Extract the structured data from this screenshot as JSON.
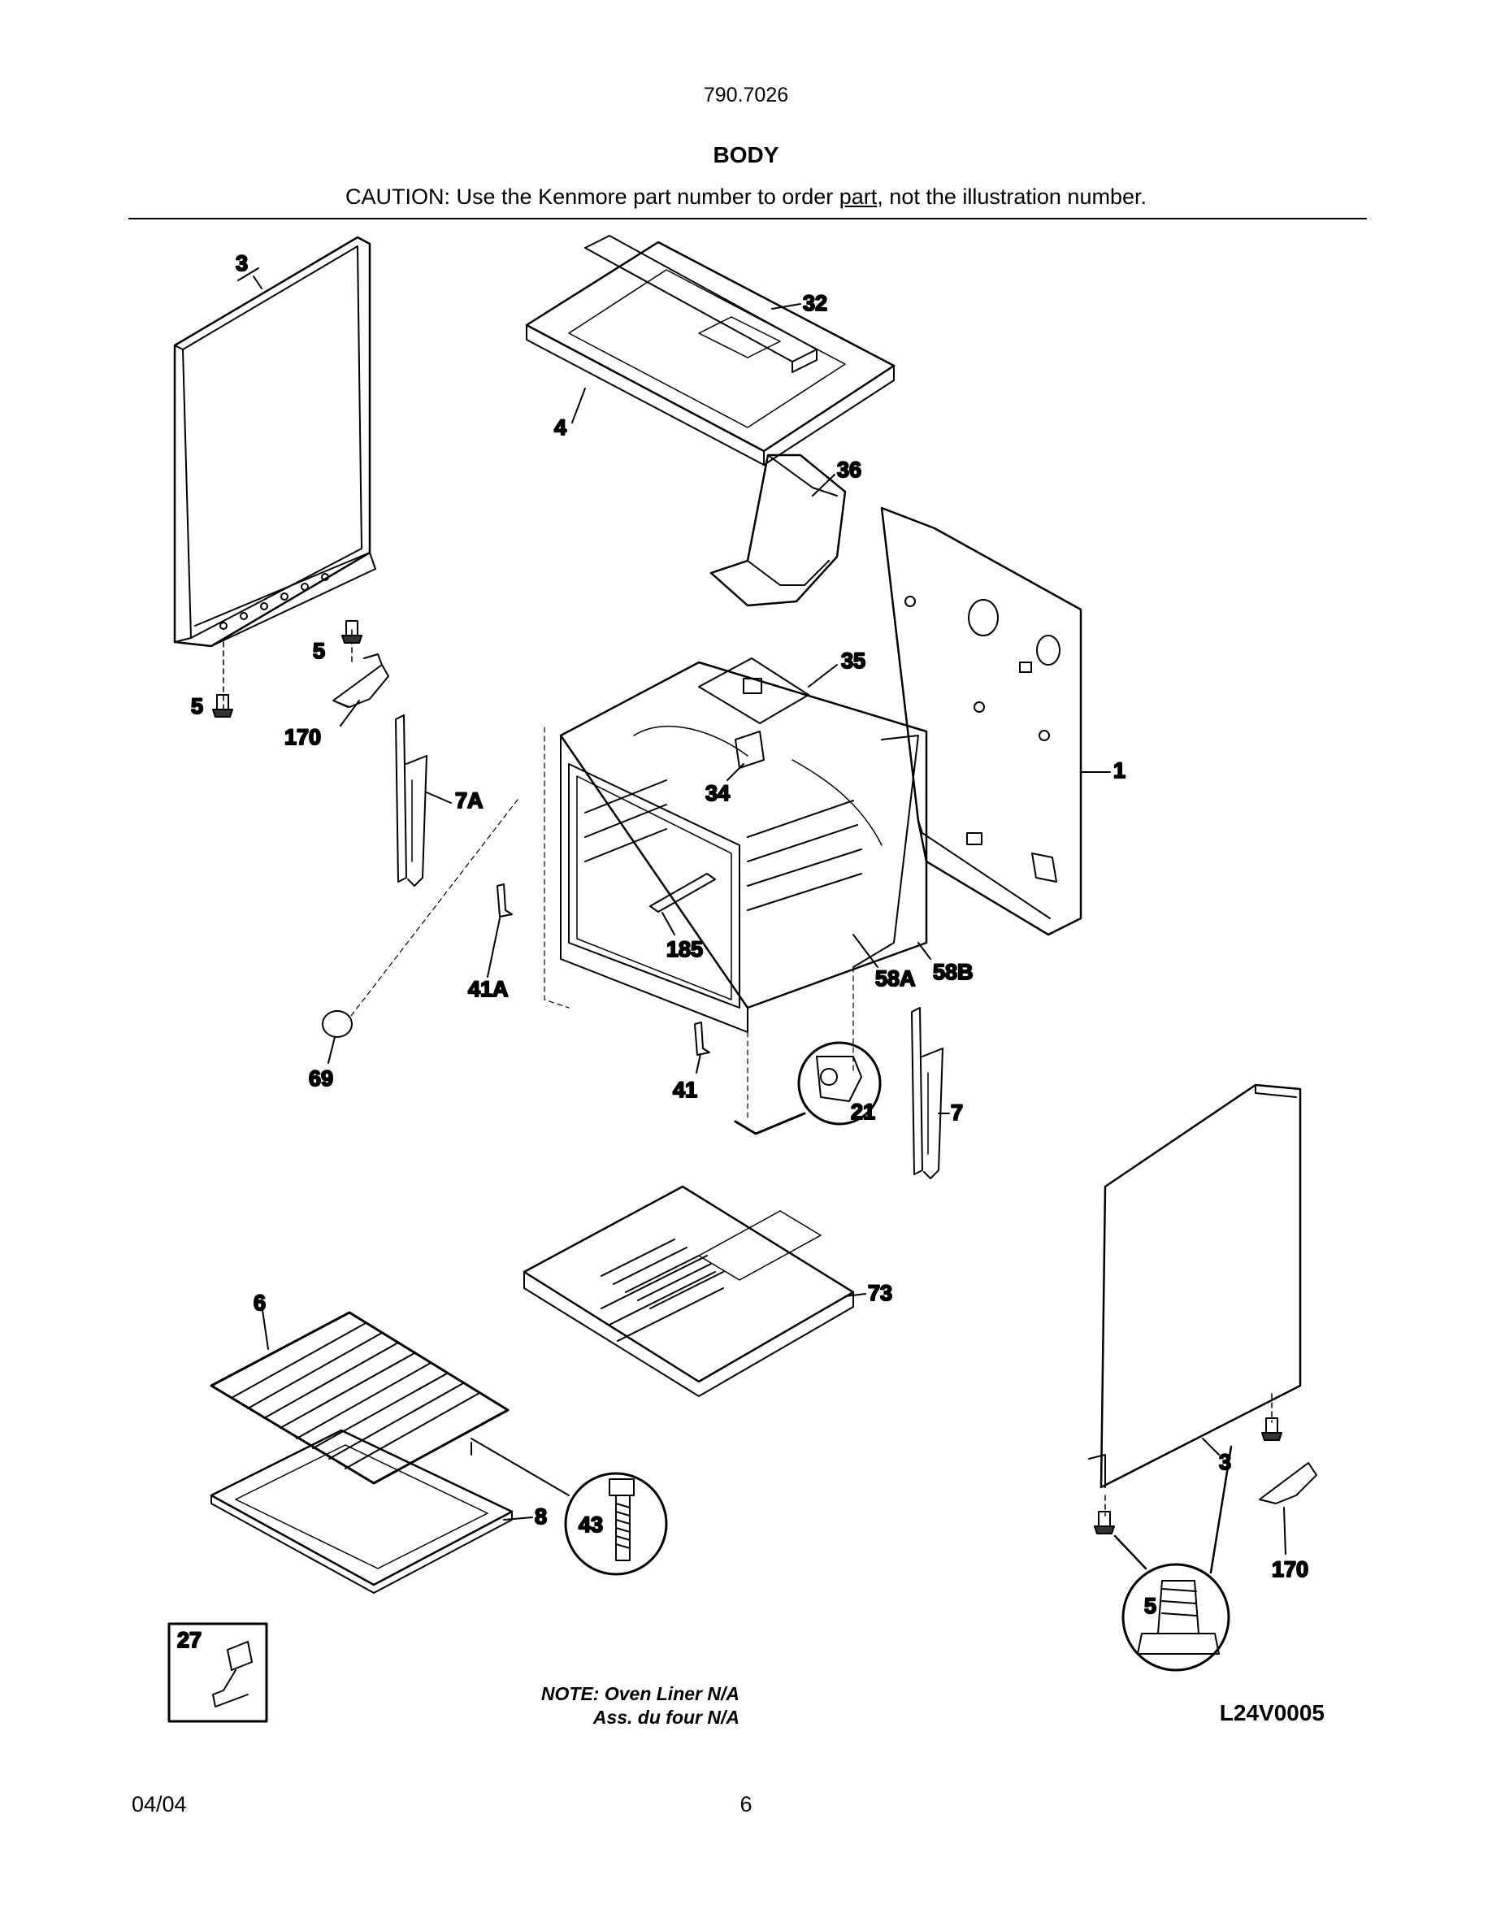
{
  "header": {
    "model_number": "790.7026",
    "title": "BODY",
    "caution_prefix": "CAUTION: Use the Kenmore part number to order ",
    "caution_underlined": "part",
    "caution_suffix": ", not the illustration number."
  },
  "callouts": {
    "c3_top": "3",
    "c32": "32",
    "c4": "4",
    "c36": "36",
    "c5_a": "5",
    "c5_b": "5",
    "c170_a": "170",
    "c35": "35",
    "c7A": "7A",
    "c34": "34",
    "c1": "1",
    "c185": "185",
    "c41A": "41A",
    "c58A": "58A",
    "c58B": "58B",
    "c69": "69",
    "c41": "41",
    "c21": "21",
    "c7": "7",
    "c73": "73",
    "c6": "6",
    "c8": "8",
    "c43": "43",
    "c3_right": "3",
    "c170_b": "170",
    "c5_c": "5",
    "c27": "27"
  },
  "note": {
    "line1": "NOTE: Oven Liner N/A",
    "line2": "Ass. du four N/A"
  },
  "diagram_code": "L24V0005",
  "footer": {
    "date": "04/04",
    "page": "6"
  }
}
